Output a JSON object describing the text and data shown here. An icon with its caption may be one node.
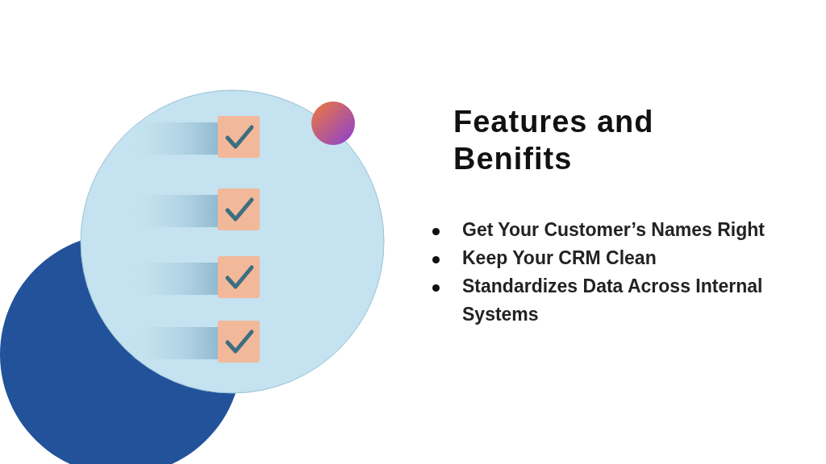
{
  "diagram": {
    "title": "Features and Benifits",
    "labels": [
      "Get Your Customer’s Names Right",
      "Keep Your CRM Clean",
      "Standardizes Data Across Internal Systems"
    ]
  }
}
